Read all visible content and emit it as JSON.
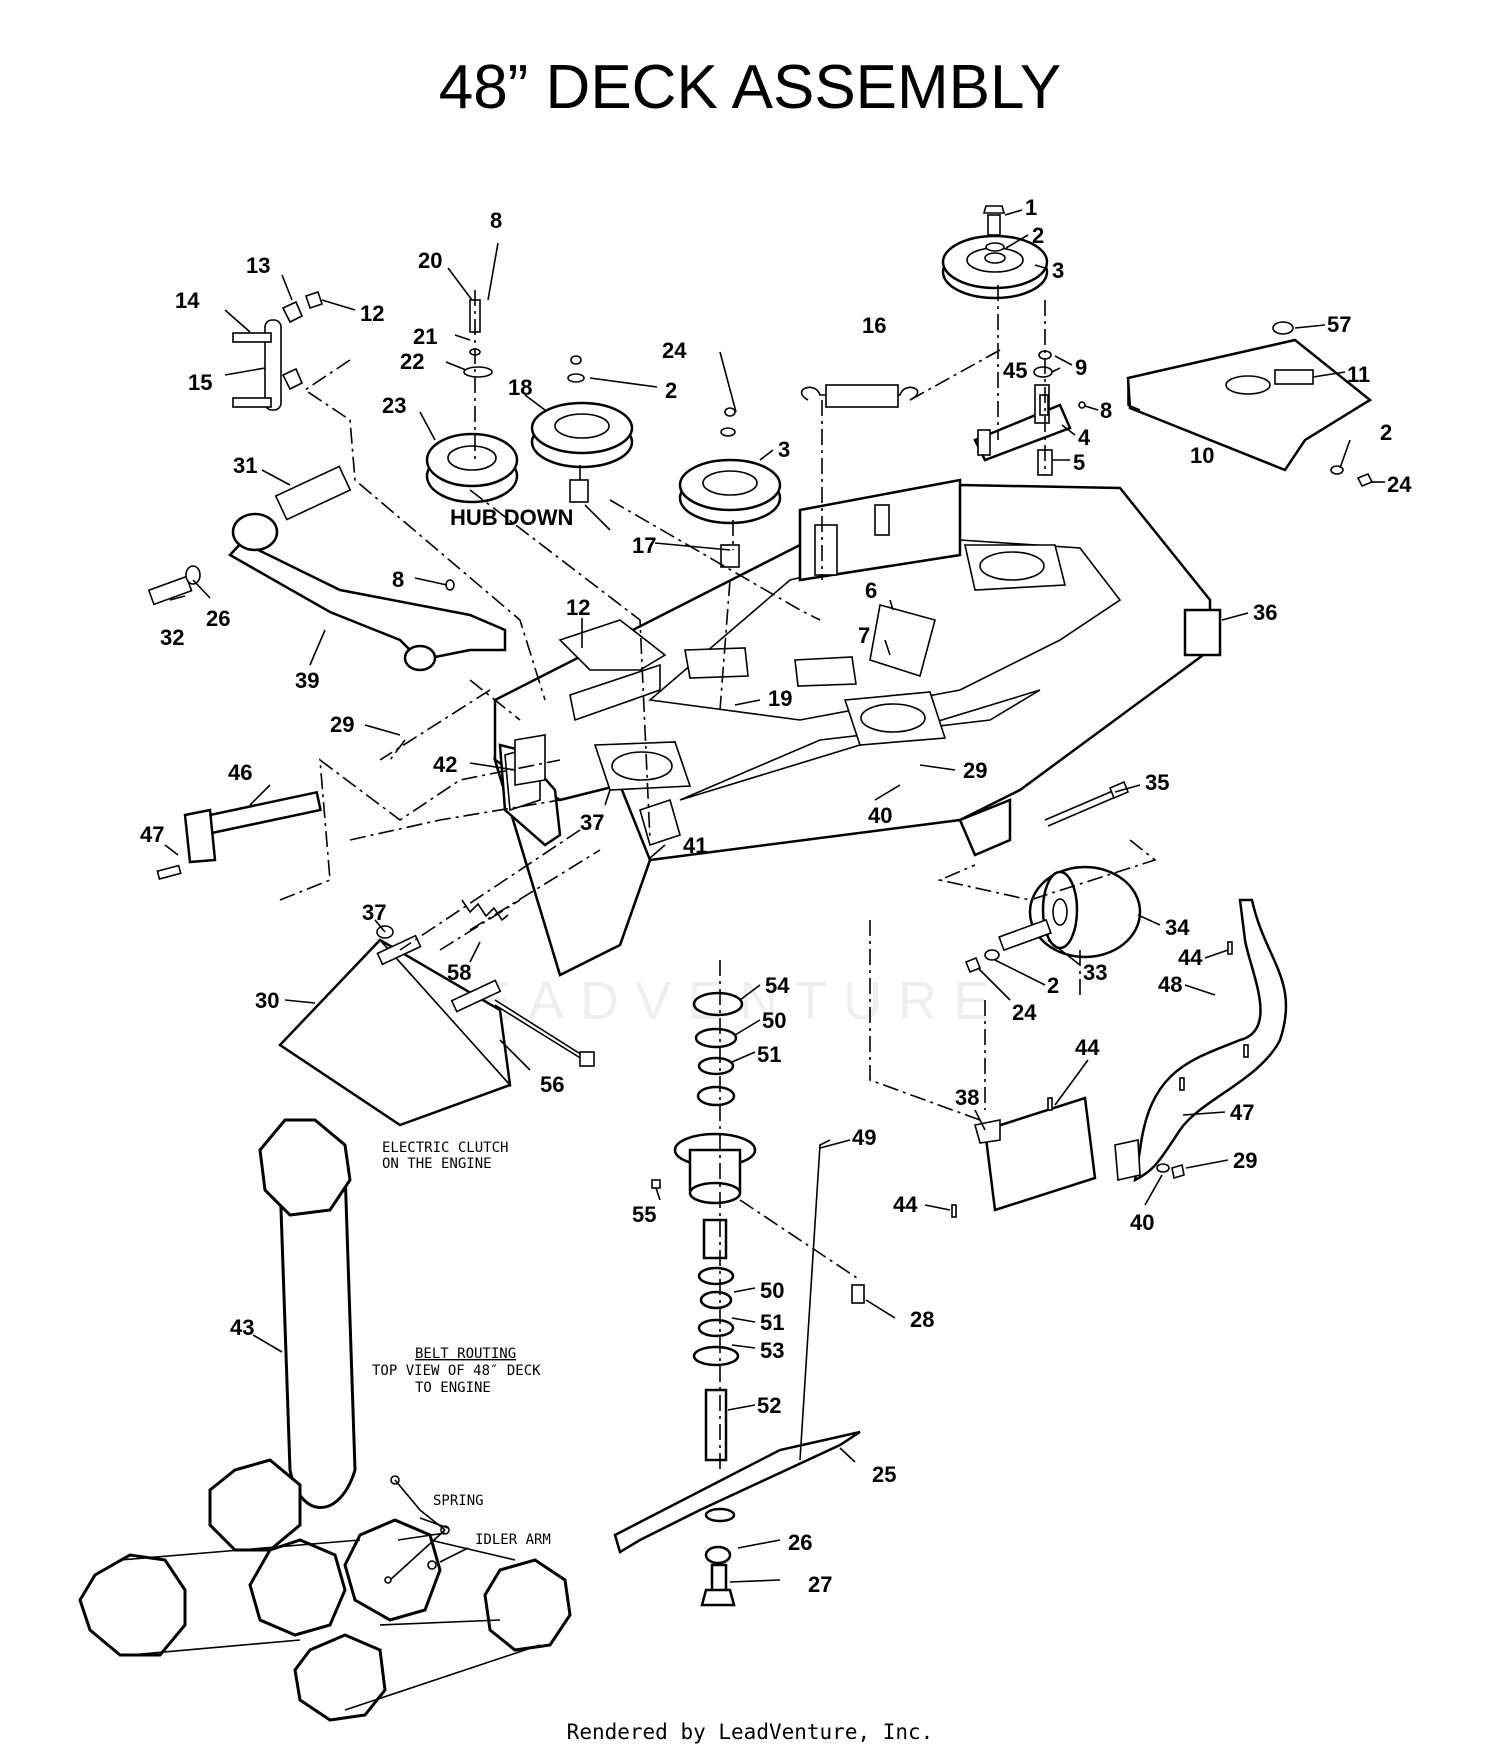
{
  "title": "48” DECK ASSEMBLY",
  "watermark": "LEADVENTURE",
  "credit": "Rendered by LeadVenture, Inc.",
  "notes": {
    "hub_down": "HUB DOWN",
    "clutch_line1": "ELECTRIC CLUTCH",
    "clutch_line2": "ON THE ENGINE",
    "routing_line1": "BELT ROUTING",
    "routing_line2": "TOP VIEW OF 48″ DECK",
    "routing_line3": "TO ENGINE",
    "spring": "SPRING",
    "idler_arm": "IDLER ARM"
  },
  "callouts": [
    {
      "id": "c1",
      "label": "1"
    },
    {
      "id": "c2a",
      "label": "2"
    },
    {
      "id": "c3a",
      "label": "3"
    },
    {
      "id": "c57",
      "label": "57"
    },
    {
      "id": "c11",
      "label": "11"
    },
    {
      "id": "c45",
      "label": "45"
    },
    {
      "id": "c9",
      "label": "9"
    },
    {
      "id": "c8a",
      "label": "8"
    },
    {
      "id": "c4",
      "label": "4"
    },
    {
      "id": "c5",
      "label": "5"
    },
    {
      "id": "c10",
      "label": "10"
    },
    {
      "id": "c2b",
      "label": "2"
    },
    {
      "id": "c24a",
      "label": "24"
    },
    {
      "id": "c16",
      "label": "16"
    },
    {
      "id": "c8b",
      "label": "8"
    },
    {
      "id": "c20",
      "label": "20"
    },
    {
      "id": "c21",
      "label": "21"
    },
    {
      "id": "c22",
      "label": "22"
    },
    {
      "id": "c23",
      "label": "23"
    },
    {
      "id": "c13",
      "label": "13"
    },
    {
      "id": "c14",
      "label": "14"
    },
    {
      "id": "c12a",
      "label": "12"
    },
    {
      "id": "c15",
      "label": "15"
    },
    {
      "id": "c24b",
      "label": "24"
    },
    {
      "id": "c2c",
      "label": "2"
    },
    {
      "id": "c18",
      "label": "18"
    },
    {
      "id": "c3b",
      "label": "3"
    },
    {
      "id": "c17",
      "label": "17"
    },
    {
      "id": "c31",
      "label": "31"
    },
    {
      "id": "c8c",
      "label": "8"
    },
    {
      "id": "c32",
      "label": "32"
    },
    {
      "id": "c26a",
      "label": "26"
    },
    {
      "id": "c39",
      "label": "39"
    },
    {
      "id": "c12b",
      "label": "12"
    },
    {
      "id": "c19",
      "label": "19"
    },
    {
      "id": "c6",
      "label": "6"
    },
    {
      "id": "c7",
      "label": "7"
    },
    {
      "id": "c36",
      "label": "36"
    },
    {
      "id": "c29a",
      "label": "29"
    },
    {
      "id": "c42",
      "label": "42"
    },
    {
      "id": "c46",
      "label": "46"
    },
    {
      "id": "c47a",
      "label": "47"
    },
    {
      "id": "c37a",
      "label": "37"
    },
    {
      "id": "c29b",
      "label": "29"
    },
    {
      "id": "c40a",
      "label": "40"
    },
    {
      "id": "c35",
      "label": "35"
    },
    {
      "id": "c41",
      "label": "41"
    },
    {
      "id": "c37b",
      "label": "37"
    },
    {
      "id": "c58",
      "label": "58"
    },
    {
      "id": "c30",
      "label": "30"
    },
    {
      "id": "c54",
      "label": "54"
    },
    {
      "id": "c50a",
      "label": "50"
    },
    {
      "id": "c51a",
      "label": "51"
    },
    {
      "id": "c56",
      "label": "56"
    },
    {
      "id": "c34",
      "label": "34"
    },
    {
      "id": "c44a",
      "label": "44"
    },
    {
      "id": "c33",
      "label": "33"
    },
    {
      "id": "c2d",
      "label": "2"
    },
    {
      "id": "c24c",
      "label": "24"
    },
    {
      "id": "c48",
      "label": "48"
    },
    {
      "id": "c44b",
      "label": "44"
    },
    {
      "id": "c38",
      "label": "38"
    },
    {
      "id": "c47b",
      "label": "47"
    },
    {
      "id": "c49",
      "label": "49"
    },
    {
      "id": "c29c",
      "label": "29"
    },
    {
      "id": "c44c",
      "label": "44"
    },
    {
      "id": "c40b",
      "label": "40"
    },
    {
      "id": "c55",
      "label": "55"
    },
    {
      "id": "c28",
      "label": "28"
    },
    {
      "id": "c50b",
      "label": "50"
    },
    {
      "id": "c51b",
      "label": "51"
    },
    {
      "id": "c53",
      "label": "53"
    },
    {
      "id": "c43",
      "label": "43"
    },
    {
      "id": "c52",
      "label": "52"
    },
    {
      "id": "c25",
      "label": "25"
    },
    {
      "id": "c26b",
      "label": "26"
    },
    {
      "id": "c27",
      "label": "27"
    }
  ]
}
